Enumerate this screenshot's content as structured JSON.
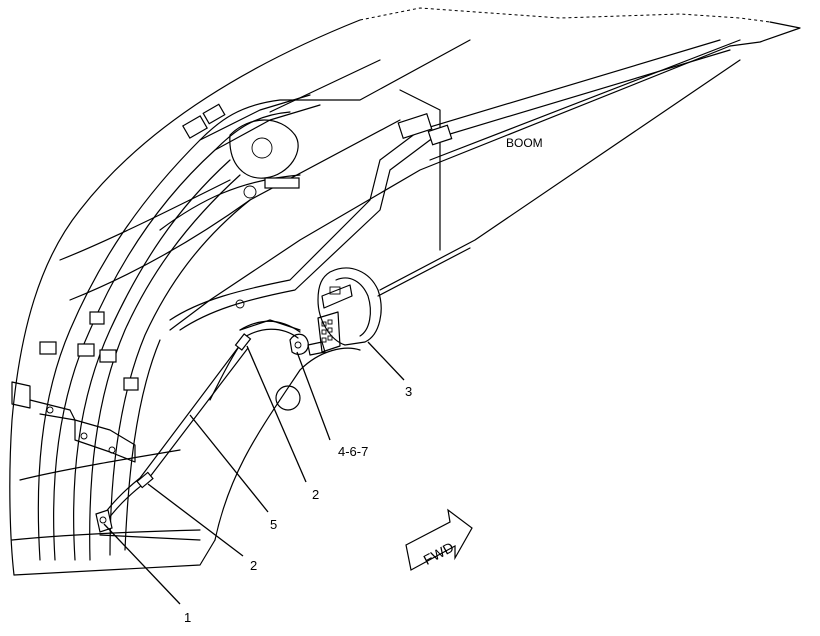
{
  "labels": {
    "boom": "BOOM",
    "fwd": "FWD",
    "callout_1": "1",
    "callout_2a": "2",
    "callout_2b": "2",
    "callout_3": "3",
    "callout_4_6_7": "4-6-7",
    "callout_5": "5"
  }
}
